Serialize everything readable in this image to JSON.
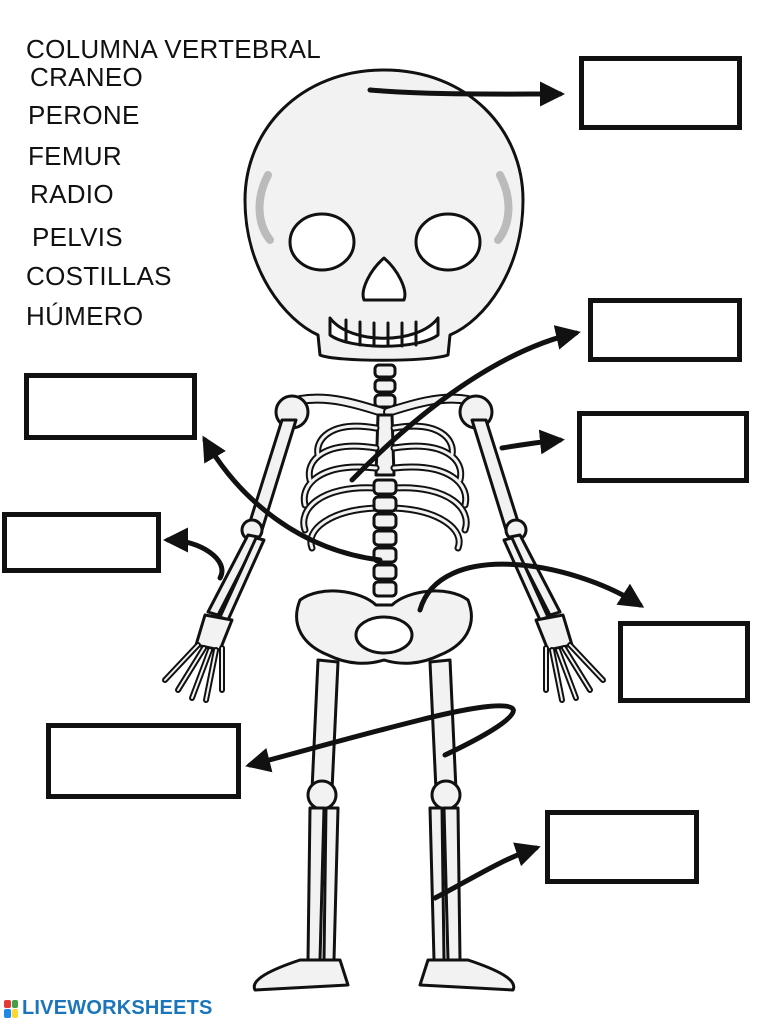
{
  "word_bank": [
    "COLUMNA VERTEBRAL",
    "CRANEO",
    "PERONE",
    "FEMUR",
    "RADIO",
    "PELVIS",
    "COSTILLAS",
    "HÚMERO"
  ],
  "answer_boxes": [
    {
      "id": "skull",
      "value": ""
    },
    {
      "id": "ribs-upper",
      "value": ""
    },
    {
      "id": "humerus-right",
      "value": ""
    },
    {
      "id": "spine-left",
      "value": ""
    },
    {
      "id": "radius-left",
      "value": ""
    },
    {
      "id": "pelvis-right",
      "value": ""
    },
    {
      "id": "femur-left",
      "value": ""
    },
    {
      "id": "fibula-right",
      "value": ""
    }
  ],
  "footer": {
    "brand": "LIVEWORKSHEETS"
  },
  "colors": {
    "ink": "#111111",
    "bone": "#f2f2f2",
    "shade": "#bfbfbf",
    "brand": "#1b75bb"
  }
}
